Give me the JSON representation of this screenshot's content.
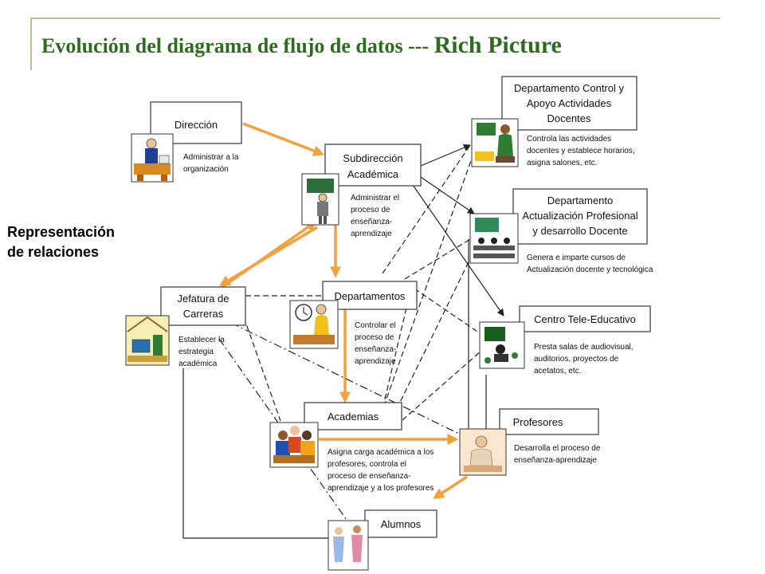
{
  "title": {
    "part1": "Evolución del diagrama de flujo de datos --- ",
    "part2": "Rich Picture"
  },
  "side_label": [
    "Representación",
    "de relaciones"
  ],
  "nodes": {
    "direccion": {
      "title": [
        "Dirección"
      ],
      "desc": [
        "Administrar a la",
        "organización"
      ]
    },
    "subdireccion": {
      "title": [
        "Subdirección",
        "Académica"
      ],
      "desc": [
        "Administrar el",
        "proceso de",
        "enseñanza-",
        "aprendizaje"
      ]
    },
    "jefatura": {
      "title": [
        "Jefatura de",
        "Carreras"
      ],
      "desc": [
        "Establecer la",
        "estrategia",
        "académica"
      ]
    },
    "departamentos": {
      "title": [
        "Departamentos"
      ],
      "desc": [
        "Controlar el",
        "proceso de",
        "enseñanza-",
        "aprendizaje"
      ]
    },
    "academias": {
      "title": [
        "Academias"
      ],
      "desc": [
        "Asigna carga académica a los",
        "profesores, controla el",
        "proceso de enseñanza-",
        "aprendizaje y a los profesores"
      ]
    },
    "profesores": {
      "title": [
        "Profesores"
      ],
      "desc": [
        "Desarrolla el proceso de",
        "enseñanza-aprendizaje"
      ]
    },
    "alumnos": {
      "title": [
        "Alumnos"
      ],
      "desc": []
    },
    "dep_control": {
      "title": [
        "Departamento Control y",
        "Apoyo Actividades",
        "Docentes"
      ],
      "desc": [
        "Controla las actividades",
        "docentes y establece horarios,",
        "asigna salones, etc."
      ]
    },
    "dep_actualizacion": {
      "title": [
        "Departamento",
        "Actualización Profesional",
        "y desarrollo Docente"
      ],
      "desc": [
        "Genera e imparte cursos de",
        "Actualización docente y tecnológica"
      ]
    },
    "centro": {
      "title": [
        "Centro Tele-Educativo"
      ],
      "desc": [
        "Presta salas de audiovisual,",
        "auditorios, proyectos de",
        "acetatos, etc."
      ]
    }
  },
  "icons": {
    "direccion": "executive-desk-icon",
    "subdireccion": "presenter-board-icon",
    "jefatura": "office-room-icon",
    "departamentos": "clock-worker-icon",
    "academias": "group-meeting-icon",
    "profesores": "teacher-desk-icon",
    "alumnos": "students-icon",
    "dep_control": "teacher-class-icon",
    "dep_actualizacion": "classroom-icon",
    "centro": "projector-icon"
  },
  "colors": {
    "title": "#2e6b1f",
    "flow_arrow": "#f3a13c",
    "frame": "#c8b88a"
  }
}
